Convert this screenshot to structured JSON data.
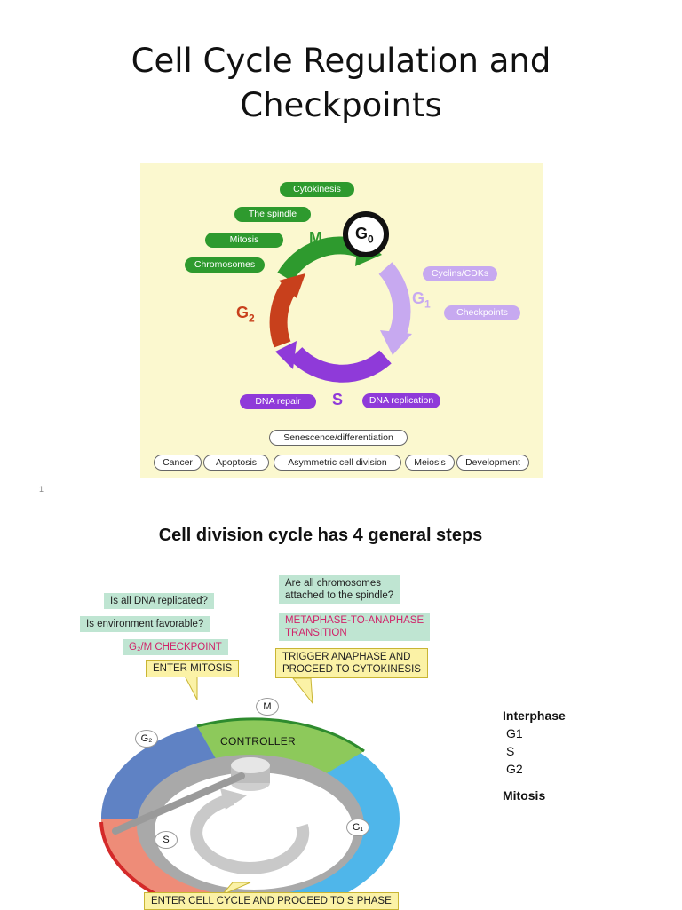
{
  "slide1": {
    "title_line1": "Cell Cycle Regulation and",
    "title_line2": "Checkpoints",
    "diagram": {
      "m_processes": [
        "Cytokinesis",
        "The spindle",
        "Mitosis",
        "Chromosomes"
      ],
      "phases": {
        "M": "M",
        "G0": "G0",
        "G1": "G1",
        "G2": "G2",
        "S": "S"
      },
      "g1_labels": [
        "Cyclins/CDKs",
        "Checkpoints"
      ],
      "s_labels": {
        "left": "DNA repair",
        "right": "DNA replication"
      },
      "senescence": "Senescence/differentiation",
      "outcomes": [
        "Cancer",
        "Apoptosis",
        "Asymmetric cell division",
        "Meiosis",
        "Development"
      ]
    },
    "page_number": "1",
    "colors": {
      "green": "#2e9a2e",
      "lavender": "#c7a9f0",
      "purple": "#8f3ad9",
      "red": "#c8401c",
      "panel": "#fbf8cf"
    }
  },
  "slide2": {
    "title": "Cell division cycle has 4 general steps",
    "g2m_checks": [
      "Is all DNA replicated?",
      "Is environment favorable?"
    ],
    "g2m_checkpoint": "G₂/M CHECKPOINT",
    "enter_mitosis": "ENTER MITOSIS",
    "spindle_check": [
      "Are all chromosomes",
      "attached to the spindle?"
    ],
    "meta_ana": [
      "METAPHASE-TO-ANAPHASE",
      "TRANSITION"
    ],
    "trigger": [
      "TRIGGER ANAPHASE AND",
      "PROCEED TO CYTOKINESIS"
    ],
    "controller": "CONTROLLER",
    "segments": {
      "M": "M",
      "G2": "G₂",
      "S": "S",
      "G1": "G₁"
    },
    "enter_cycle": "ENTER CELL CYCLE AND PROCEED TO S PHASE",
    "phase_list": {
      "interphase": "Interphase",
      "items": [
        "G1",
        "S",
        "G2"
      ],
      "mitosis": "Mitosis"
    }
  }
}
